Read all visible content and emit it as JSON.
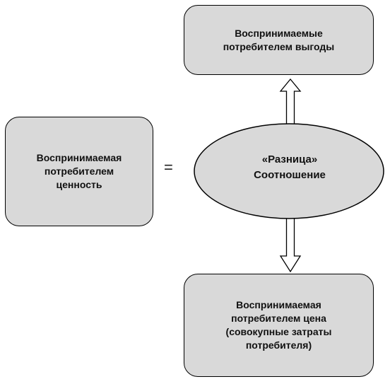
{
  "benefits_box": {
    "text": "Воспринимаемые\nпотребителем выгоды"
  },
  "value_box": {
    "text": "Воспринимаемая\nпотребителем\nценность"
  },
  "equals": {
    "text": "="
  },
  "center_ellipse": {
    "text": "«Разница»\nСоотношение"
  },
  "price_box": {
    "text": "Воспринимаемая\nпотребителем цена\n(совокупные затраты\nпотребителя)"
  },
  "colors": {
    "fill": "#d9d9d9",
    "stroke": "#000000"
  }
}
